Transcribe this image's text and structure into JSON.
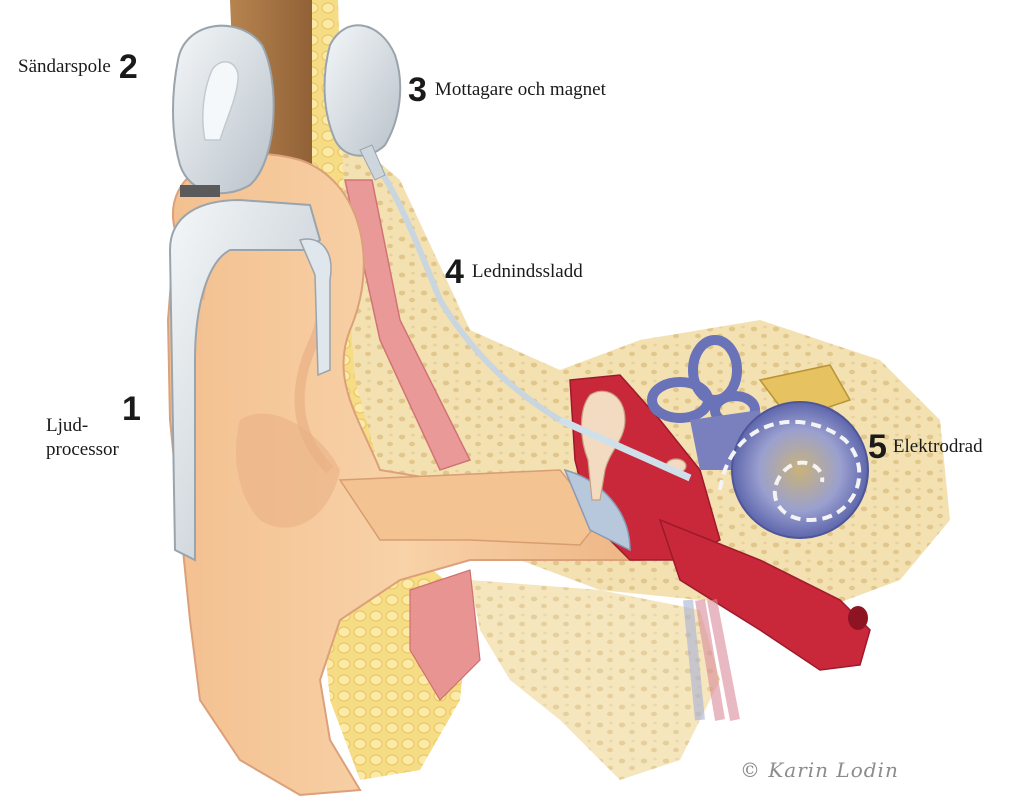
{
  "labels": [
    {
      "id": "1",
      "text_lines": [
        "Ljud-",
        "processor"
      ]
    },
    {
      "id": "2",
      "text": "Sändarspole"
    },
    {
      "id": "3",
      "text": "Mottagare och magnet"
    },
    {
      "id": "4",
      "text": "Lednindssladd"
    },
    {
      "id": "5",
      "text": "Elektrodrad"
    }
  ],
  "signature": "© Karin Lodin",
  "colors": {
    "skin": "#f6c89a",
    "skin_dark": "#e6a878",
    "hair": "#9a6a3c",
    "bone": "#f4e3b8",
    "fat": "#f8e28c",
    "muscle": "#e89090",
    "blood_red": "#c8283a",
    "cochlea_blue": "#6a72b8",
    "device_gray": "#d8dde2"
  }
}
